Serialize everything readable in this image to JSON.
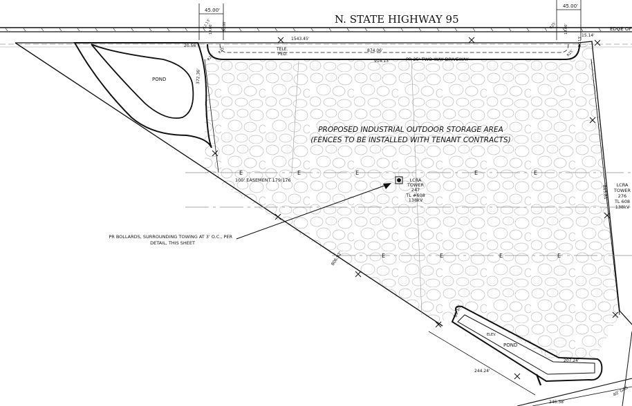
{
  "road": {
    "name": "N. STATE HIGHWAY 95",
    "edge_label": "EDGE OF"
  },
  "dims": {
    "setback_left": "45.00'",
    "setback_right": "45.00'",
    "d2056": "20.56'",
    "d1543": "1543.45'",
    "d874": "874.06'",
    "d914": "914.13'",
    "d1514": "15.14'",
    "d37236": "372.36'",
    "d80692": "806.92'",
    "d84381": "843.81'",
    "d24424": "244.24'",
    "d24638": "246.38'",
    "d20724": "207.24'",
    "d8910": "89.10'",
    "d1900a": "19.00'",
    "d1900b": "19.00'",
    "d3000": "30.00'",
    "d1213a": "12.13'",
    "d1213b": "12.13'",
    "dr25": "R25'",
    "dr25b": "R25'",
    "dr25c": "R25'",
    "dr25d": "R25'"
  },
  "labels": {
    "pond_nw": "POND",
    "pond_se": "POND",
    "pond_se_elev": "ELEV.",
    "driveway": "PR 25' TWO-WAY DRIVEWAY",
    "tele_line1": "TELE.",
    "tele_line2": "PED.",
    "storage_line1": "PROPOSED INDUSTRIAL OUTDOOR STORAGE AREA",
    "storage_line2": "(FENCES TO BE INSTALLED WITH TENANT CONTRACTS)",
    "easement": "100' EASEMENT 179/176",
    "tower1": [
      "LCRA",
      "TOWER",
      "247",
      "TL #608",
      "138kV"
    ],
    "tower2": [
      "LCRA",
      "TOWER",
      "276",
      "TL 608",
      "138kV"
    ],
    "bollards_line1": "PR BOLLARDS, SURROUNDING TOWING AT 3' O.C., PER",
    "bollards_line2": "DETAIL, THIS SHEET",
    "easement_marker": "E",
    "fence_se": "40' GAS"
  },
  "colors": {
    "ink": "#111111",
    "hatch": "#b9b9b9",
    "gray_line": "#9a9a9a"
  }
}
